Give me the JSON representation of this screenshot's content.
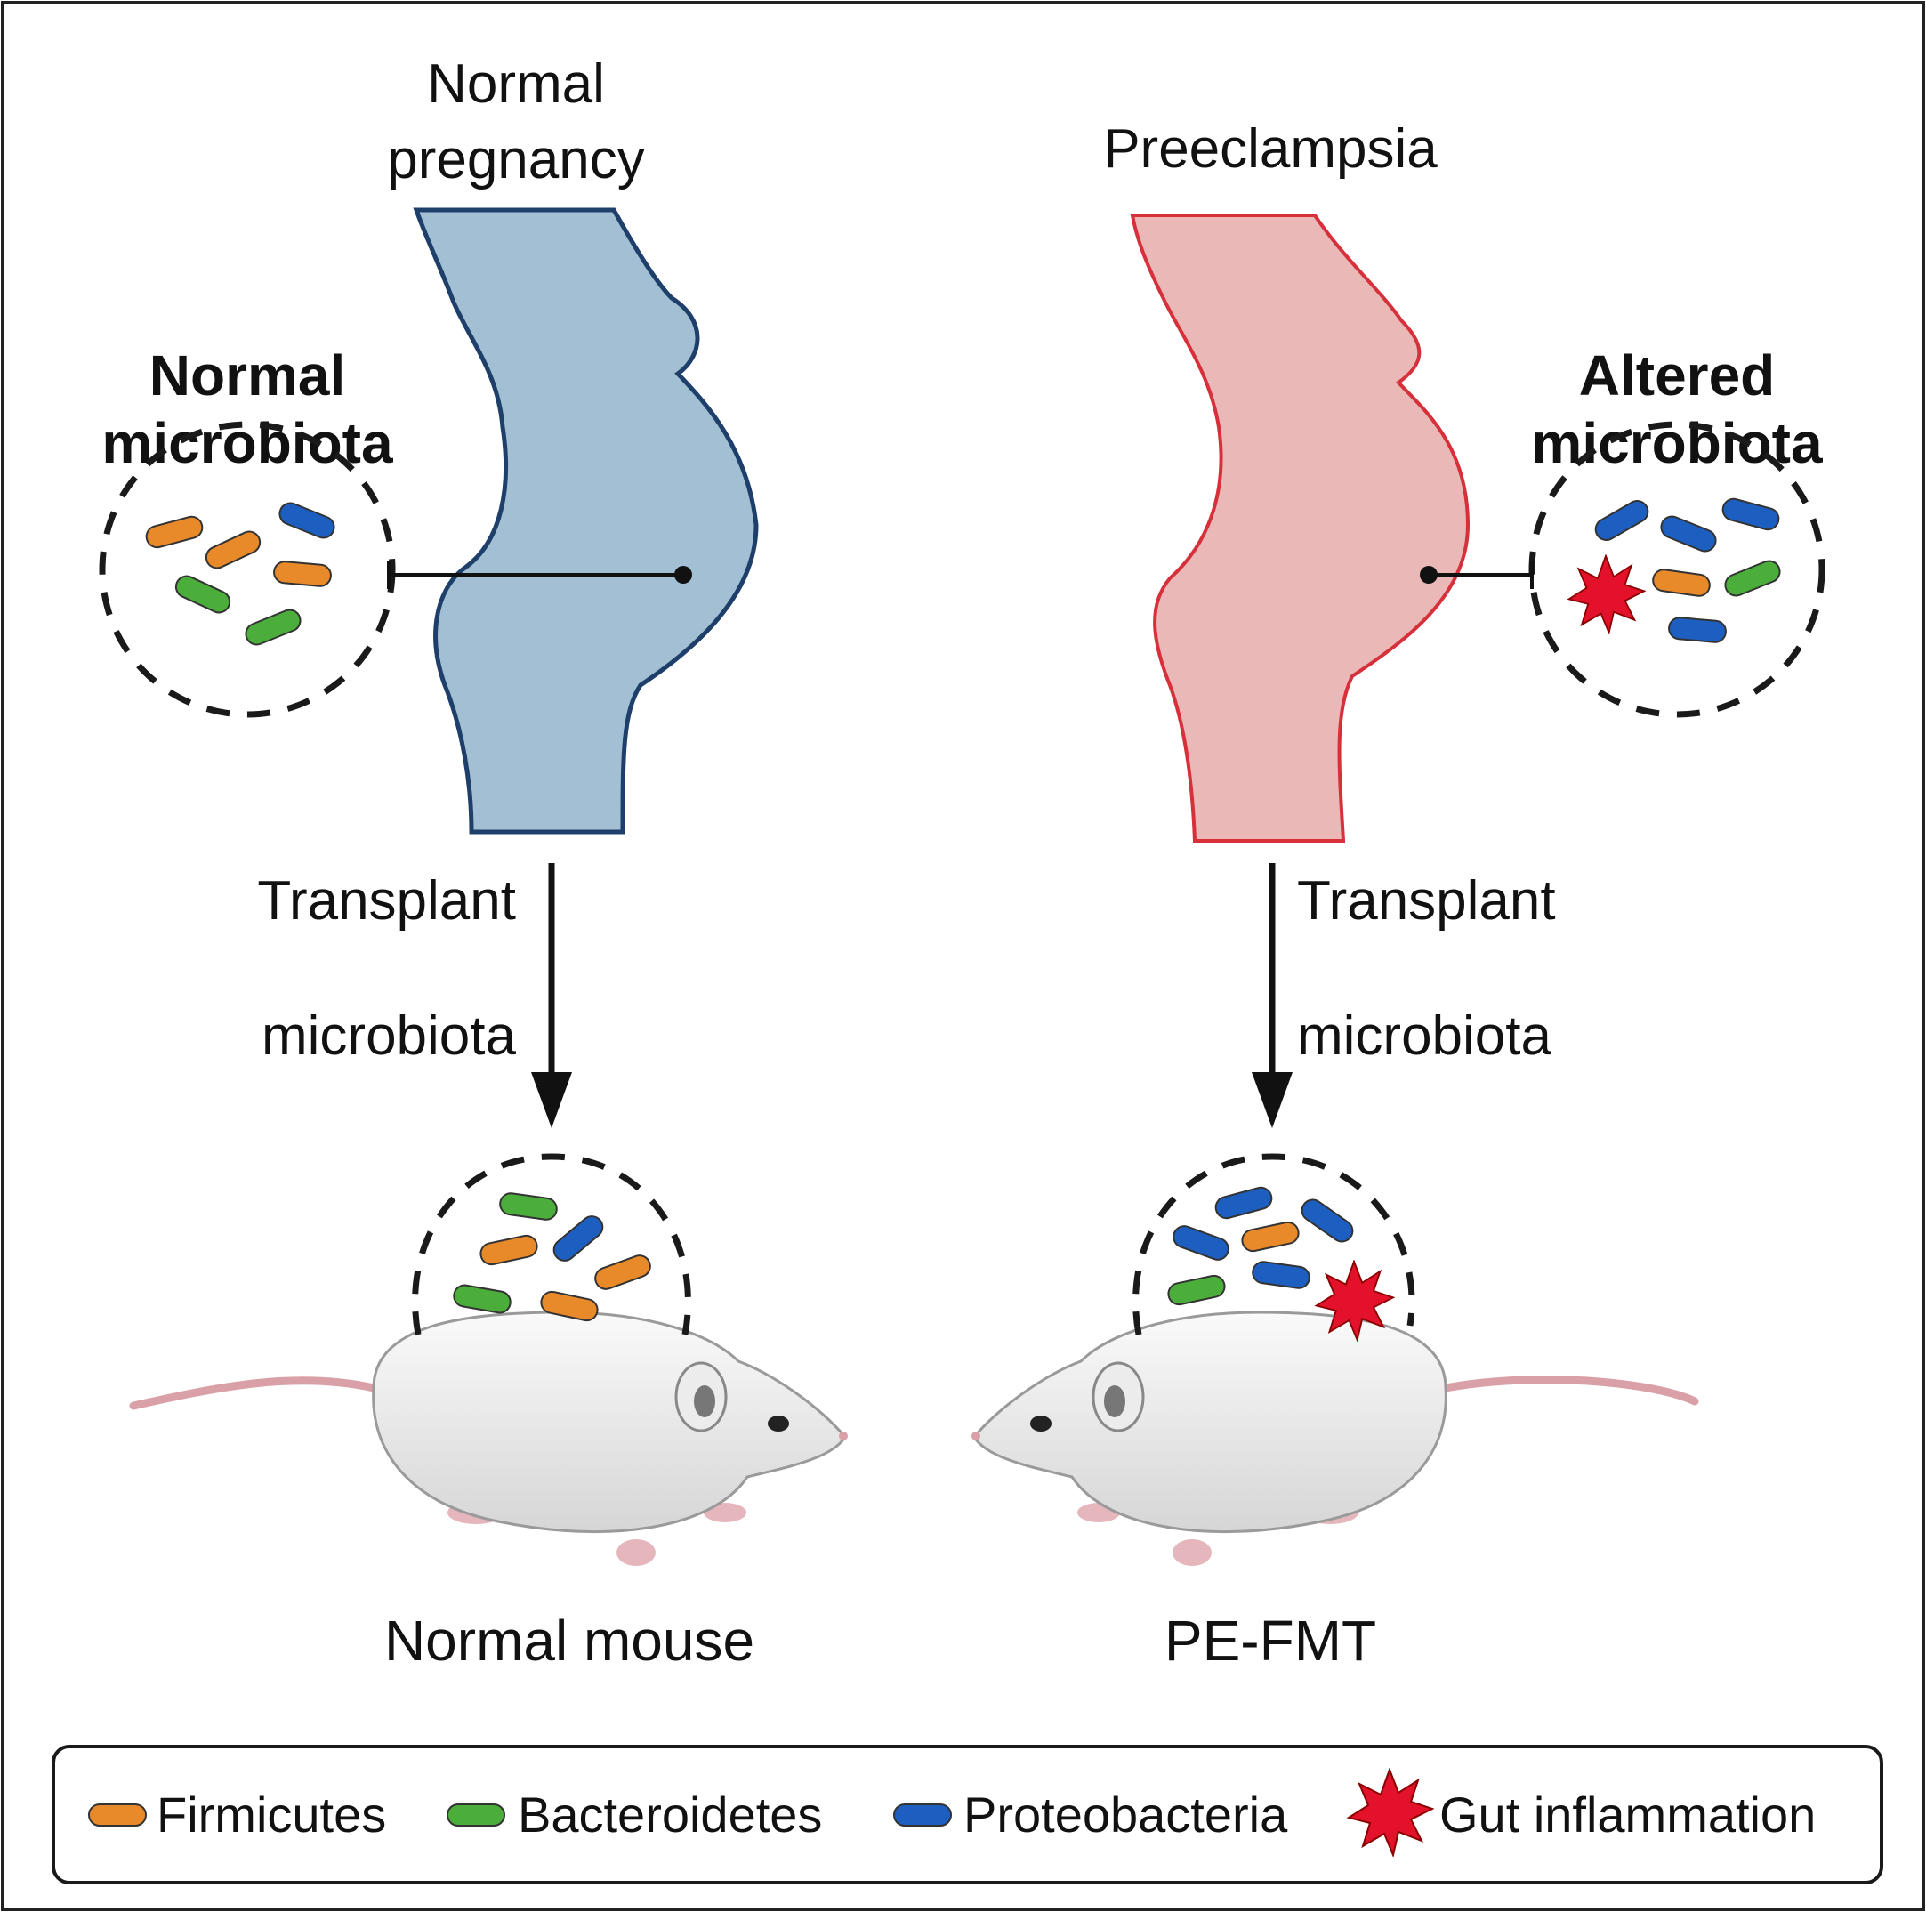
{
  "colors": {
    "firmicutes": "#e8892a",
    "bacteroidetes": "#4bad3a",
    "proteobacteria": "#1d5fc1",
    "inflammation": "#e3122a",
    "normal_body_fill": "#a3bfd3",
    "normal_body_stroke": "#1f3f6b",
    "pe_body_fill": "#ebb8b8",
    "pe_body_stroke": "#d6303a"
  },
  "left_panel": {
    "title_line1": "Normal",
    "title_line2": "pregnancy",
    "microbiota_line1": "Normal",
    "microbiota_line2": "microbiota",
    "arrow_line1": "Transplant",
    "arrow_line2": "microbiota",
    "mouse_caption": "Normal mouse"
  },
  "right_panel": {
    "title": "Preeclampsia",
    "microbiota_line1": "Altered",
    "microbiota_line2": "microbiota",
    "arrow_line1": "Transplant",
    "arrow_line2": "microbiota",
    "mouse_caption": "PE-FMT"
  },
  "legend": {
    "items": [
      {
        "label": "Firmicutes",
        "icon": "firmicutes-bacterium-icon"
      },
      {
        "label": "Bacteroidetes",
        "icon": "bacteroidetes-bacterium-icon"
      },
      {
        "label": "Proteobacteria",
        "icon": "proteobacteria-bacterium-icon"
      },
      {
        "label": "Gut inflammation",
        "icon": "inflammation-star-icon"
      }
    ]
  }
}
